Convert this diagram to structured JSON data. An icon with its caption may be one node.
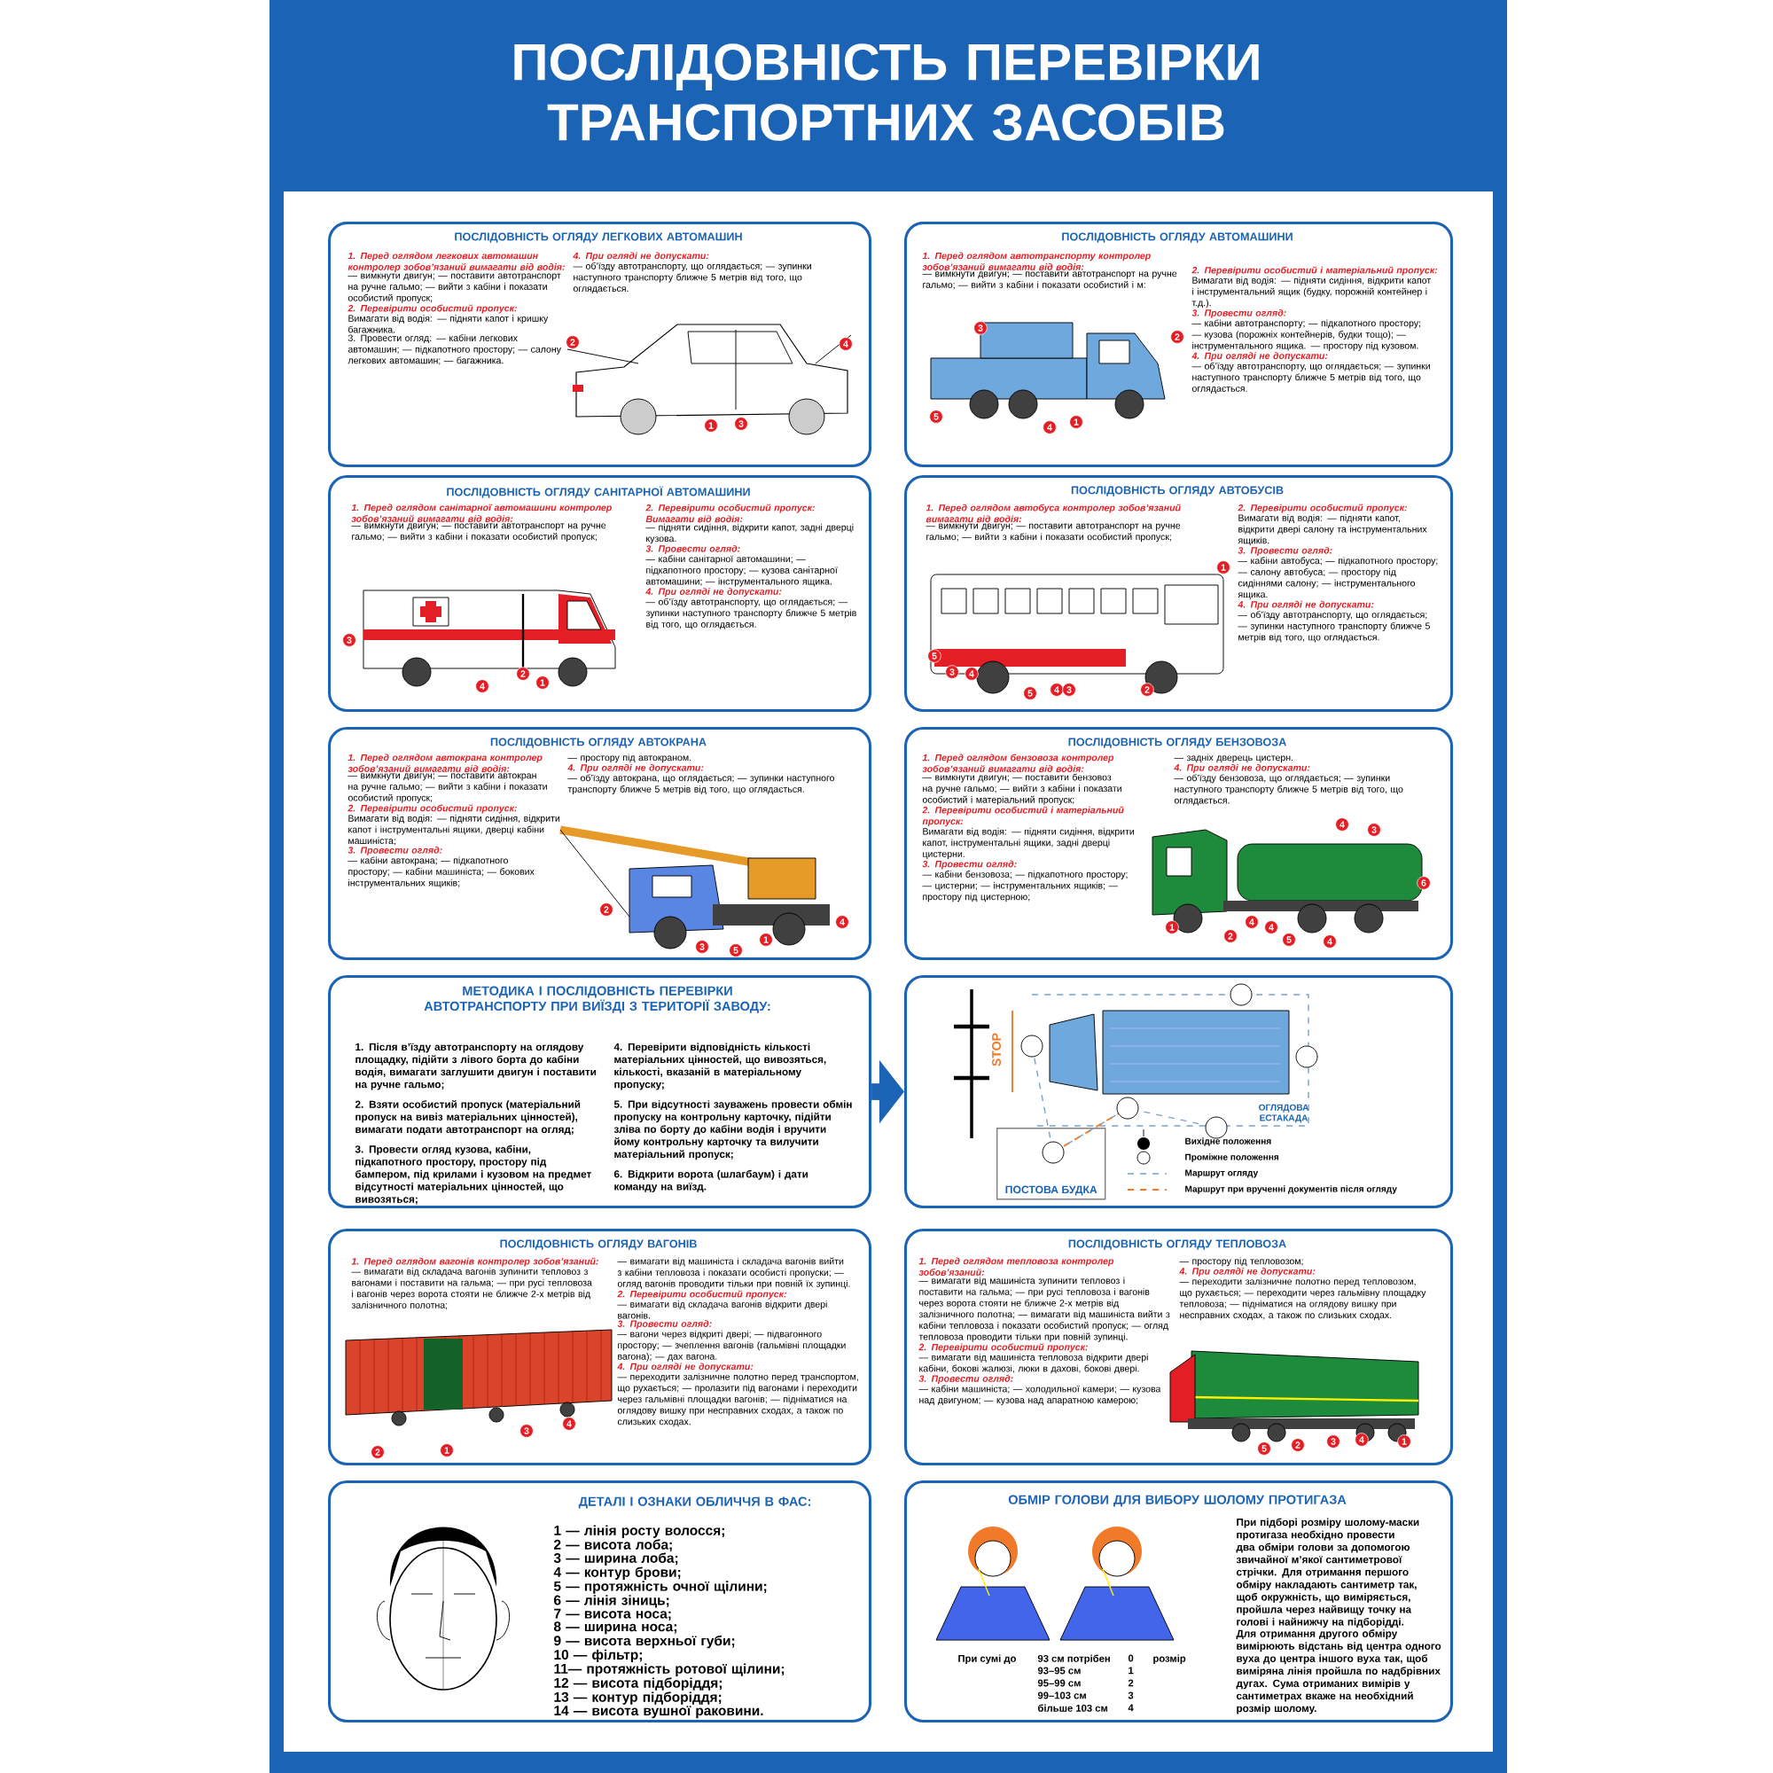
{
  "diagram": {
    "title": "ПОСЛІДОВНІСТЬ ПЕРЕВІРКИ ТРАНСПОРТНИХ ЗАСОБІВ",
    "nodes": [
      {
        "text": [
          "ПОСЛІДОВНІСТЬ ОГЛЯДУ ЛЕГКОВИХ АВТОМАШИН",
          "1. Перед оглядом легкових автомашин контролер зобов’язаний вимагати від водія:",
          "— вимкнути двигун; — поставити автотранспорт на ручне гальмо; — вийти з кабіни і показати особистий пропуск;",
          "2. Перевірити особистий пропуск:",
          "Вимагати від водія: — підняти капот і кришку багажника.",
          "3. Провести огляд: — кабіни легкових автомашин; — підкапотного простору; — салону легкових автомашин; — багажника.",
          "4. При огляді не допускати:",
          "— об’їзду автотранспорту, що оглядається; — зупинки наступного транспорту ближче 5 метрів від того, що оглядається."
        ]
      },
      {
        "text": [
          "ПОСЛІДОВНІСТЬ ОГЛЯДУ АВТОМАШИНИ",
          "1. Перед оглядом автотранспорту контролер зобов’язаний вимагати від водія:",
          "— вимкнути двигун; — поставити автотранспорт на ручне гальмо; — вийти з кабіни і показати особистий і м:",
          "2. Перевірити особистий і матеріальний пропуск:",
          "Вимагати від водія: — підняти сидіння, відкрити капот і інструментальний ящик (будку, порожній контейнер і т.д.).",
          "3. Провести огляд:",
          "— кабіни автотранспорту; — підкапотного простору; — кузова (порожніх контейнерів, будки тощо); — інструментального ящика. — простору під кузовом.",
          "4. При огляді не допускати:",
          "— об’їзду автотранспорту, що оглядається; — зупинки наступного транспорту ближче 5 метрів від того, що оглядається."
        ]
      },
      {
        "text": [
          "ПОСЛІДОВНІСТЬ ОГЛЯДУ САНІТАРНОЇ АВТОМАШИНИ",
          "1. Перед оглядом санітарної автомашини контролер зобов’язаний вимагати від водія:",
          "— вимкнути двигун; — поставити автотранспорт на ручне гальмо; — вийти з кабіни і показати особистий пропуск;",
          "2. Перевірити особистий пропуск: Вимагати від водія:",
          "— підняти сидіння, відкрити капот, задні дверці кузова.",
          "3. Провести огляд:",
          "— кабіни санітарної автомашини; — підкапотного простору; — кузова санітарної автомашини; — інструментального ящика.",
          "4. При огляді не допускати:",
          "— об’їзду автотранспорту, що оглядається; — зупинки наступного транспорту ближче 5 метрів від того, що оглядається."
        ]
      },
      {
        "text": [
          "ПОСЛІДОВНІСТЬ ОГЛЯДУ АВТОБУСІВ",
          "1. Перед оглядом автобуса контролер зобов’язаний вимагати від водія:",
          "— вимкнути двигун; — поставити автотранспорт на ручне гальмо; — вийти з кабіни і показати особистий пропуск;",
          "2. Перевірити особистий пропуск:",
          "Вимагати від водія: — підняти капот, відкрити двері салону та інструментальних ящиків.",
          "3. Провести огляд:",
          "— кабіни автобуса; — підкапотного простору; — салону автобуса; — простору під сидіннями салону; — інструментального ящика.",
          "4. При огляді не допускати:",
          "— об’їзду автотранспорту, що оглядається; — зупинки наступного транспорту ближче 5 метрів від того, що оглядається."
        ]
      },
      {
        "text": [
          "ПОСЛІДОВНІСТЬ ОГЛЯДУ АВТОКРАНА",
          "1. Перед оглядом автокрана контролер зобов’язаний вимагати від водія:",
          "— вимкнути двигун; — поставити автокран на ручне гальмо; — вийти з кабіни і показати особистий пропуск;",
          "2. Перевірити особистий пропуск:",
          "Вимагати від водія: — підняти сидіння, відкрити капот і інструментальні ящики, дверці кабіни машиніста;",
          "3. Провести огляд:",
          "— кабіни автокрана; — підкапотного простору; — кабіни машиніста; — бокових інструментальних ящиків;",
          "— простору під автокраном.",
          "4. При огляді не допускати:",
          "— об’їзду автокрана, що оглядається; — зупинки наступного транспорту ближче 5 метрів від того, що оглядається."
        ]
      },
      {
        "text": [
          "ПОСЛІДОВНІСТЬ ОГЛЯДУ БЕНЗОВОЗА",
          "1. Перед оглядом бензовоза контролер зобов’язаний вимагати від водія:",
          "— вимкнути двигун; — поставити бензовоз на ручне гальмо; — вийти з кабіни і показати особистий і матеріальний пропуск;",
          "2. Перевірити особистий і матеріальний пропуск:",
          "Вимагати від водія: — підняти сидіння, відкрити капот, інструментальні ящики, задні дверці цистерни.",
          "3. Провести огляд:",
          "— кабіни бензовоза; — підкапотного простору; — цистерни; — інструментальних ящиків; — простору під цистерною;",
          "— задніх дверець цистерн.",
          "4. При огляді не допускати:",
          "— об’їзду бензовоза, що оглядається; — зупинки наступного транспорту ближче 5 метрів від того, що оглядається."
        ]
      },
      {
        "text": [
          "МЕТОДИКА І ПОСЛІДОВНІСТЬ ПЕРЕВІРКИ АВТОТРАНСПОРТУ ПРИ ВИЇЗДІ З ТЕРИТОРІЇ ЗАВОДУ:",
          "1. Після в’їзду автотранспорту на оглядову площадку, підійти з лівого борта до кабіни водія, вимагати заглушити двигун і поставити на ручне гальмо;",
          "2. Взяти особистий пропуск (матеріальний пропуск на вивіз матеріальних цінностей), вимагати подати автотранспорт на огляд;",
          "3. Провести огляд кузова, кабіни, підкапотного простору, простору під бампером, під крилами і кузовом на предмет відсутності матеріальних цінностей, що вивозяться;",
          "4. Перевірити відповідність кількості матеріальних цінностей, що вивозяться, кількості, вказаній в матеріальному пропуску;",
          "5. При відсутності зауважень провести обмін пропуску на контрольну карточку, підійти зліва по борту до кабіни водія і вручити йому контрольну карточку та вилучити матеріальний пропуск;",
          "6. Відкрити ворота (шлагбаум) і дати команду на виїзд."
        ]
      },
      {
        "text": [],
        "shape": "box"
      },
      {
        "text": [
          "ПОСТОВА БУДКА"
        ],
        "in": 7
      },
      {
        "text": [
          "ПОСЛІДОВНІСТЬ ОГЛЯДУ ВАГОНІВ",
          "1. Перед оглядом вагонів контролер зобов’язаний:",
          "— вимагати від складача вагонів зупинити тепловоз з вагонами і поставити на гальма; — при русі тепловоза і вагонів через ворота стояти не ближче 2-х метрів від залізничного полотна;",
          "— вимагати від машиніста і складача вагонів вийти з кабіни тепловоза і показати особисті пропуски; — огляд вагонів проводити тільки при повній їх зупинці.",
          "2. Перевірити особистий пропуск:",
          "— вимагати від складача вагонів відкрити двері вагонів.",
          "3. Провести огляд:",
          "— вагони через відкриті двері; — підвагонного простору; — зчеплення вагонів (гальмівні площадки вагона); — дах вагона.",
          "4. При огляді не допускати:",
          "— переходити залізничне полотно перед транспортом, що рухається; — пролазити під вагонами і переходити через гальмівні площадки вагонів; — підніматися на оглядову вишку при несправних сходах, а також по слизьких сходах."
        ]
      },
      {
        "text": [
          "ПОСЛІДОВНІСТЬ ОГЛЯДУ ТЕПЛОВОЗА",
          "1. Перед оглядом тепловоза контролер зобов’язаний:",
          "— вимагати від машиніста зупинити тепловоз і поставити на гальма; — при русі тепловоза і вагонів через ворота стояти не ближче 2-х метрів від залізничного полотна; — вимагати від машиніста вийти з кабіни тепловоза і показати особистий пропуск; — огляд тепловоза проводити тільки при повній зупинці.",
          "2. Перевірити особистий пропуск:",
          "— вимагати від машиніста тепловоза відкрити двері кабіни, бокові жалюзі, люки в дахові, бокові двері.",
          "3. Провести огляд:",
          "— кабіни машиніста; — холодильної камери; — кузова над двигуном; — кузова над апаратною камерою;",
          "— простору під тепловозом;",
          "4. При огляді не допускати:",
          "— переходити залізничне полотно перед тепловозом, що рухається; — переходити через гальмівну площадку тепловоза; — підніматися на оглядову вишку при несправних сходах, а також по слизьких сходах."
        ]
      },
      {
        "text": [
          "ДЕТАЛІ І ОЗНАКИ ОБЛИЧЧЯ В ФАС:",
          "1 — лінія росту волосся;",
          "2 — висота лоба;",
          "3 — ширина лоба;",
          "4 — контур брови;",
          "5 — протяжність очної щілини;",
          "6 — лінія зіниць;",
          "7 — висота носа;",
          "8 — ширина носа;",
          "9 — висота верхньої губи;",
          "10 — фільтр;",
          "11— протяжність ротової щілини;",
          "12 — висота підборіддя;",
          "13 — контур підборіддя;",
          "14 — висота вушної раковини."
        ]
      },
      {
        "text": [
          "ОБМІР ГОЛОВИ ДЛЯ ВИБОРУ ШОЛОМУ ПРОТИГАЗА",
          "При підборі розміру шолому-маски протигаза необхідно провести два обміри голови за допомогою звичайної м’якої сантиметрової стрічки. Для отримання першого обміру накладають сантиметр так, щоб окружність, що виміряється, пройшла через найвищу точку на голові і найнижчу на підборідді.",
          "Для отримання другого обміру вимірюють відстань від центра одного вуха до центра іншого вуха так, щоб виміряна лінія пройшла по надбрівних дугах. Сума отриманих вимірів у сантиметрах вкаже на необхідний розмір шолому."
        ]
      }
    ],
    "edges": [
      {
        "from": 6,
        "to": 7,
        "arrow": "to"
      }
    ],
    "labels": [
      "2",
      "4",
      "1",
      "3",
      "3",
      "2",
      "5",
      "1",
      "4",
      "3",
      "2",
      "1",
      "4",
      "1",
      "5",
      "3",
      "4",
      "5",
      "4",
      "3",
      "2",
      "2",
      "4",
      "1",
      "3",
      "5",
      "4",
      "3",
      "6",
      "4",
      "1",
      "4",
      "2",
      "5",
      "4",
      "STOP",
      "ОГЛЯДОВА ЕСТАКАДА",
      "3",
      "4",
      "2",
      "1",
      "5",
      "2",
      "3",
      "4",
      "1",
      "При сумі до",
      "93 см потрібен",
      "0",
      "розмір",
      "93–95 см",
      "1",
      "95–99 см",
      "2",
      "99–103 см",
      "3",
      "більше 103 см",
      "4"
    ],
    "legend": [
      {
        "text": "Вихідне положення"
      },
      {
        "text": "Проміжне положення"
      },
      {
        "text": "Маршрут огляду"
      },
      {
        "text": "Маршрут при врученні документів після огляду"
      }
    ]
  }
}
